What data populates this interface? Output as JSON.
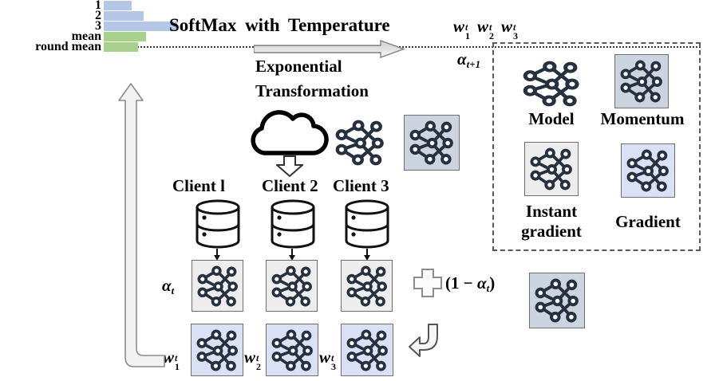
{
  "colors": {
    "bar_blue": "#b4c7e7",
    "bar_green": "#a9d18e",
    "box_momentum": "#ccd4e0",
    "box_instant": "#ededed",
    "box_gradient": "#dbe1f4",
    "icon_stroke": "#26303f"
  },
  "chart_data": {
    "type": "bar",
    "orientation": "horizontal",
    "categories": [
      "1",
      "2",
      "3",
      "mean",
      "round mean"
    ],
    "values": [
      35,
      50,
      92,
      53,
      43
    ],
    "value_unit": "relative-bar-length-px",
    "series_colors": [
      "#b4c7e7",
      "#b4c7e7",
      "#b4c7e7",
      "#a9d18e",
      "#a9d18e"
    ],
    "title": "",
    "xlabel": "",
    "ylabel": "",
    "grid": false,
    "legend": "none"
  },
  "bar_chart": {
    "rows": [
      {
        "label": "1",
        "width_px": "35px",
        "color": "#b4c7e7"
      },
      {
        "label": "2",
        "width_px": "50px",
        "color": "#b4c7e7"
      },
      {
        "label": "3",
        "width_px": "92px",
        "color": "#b4c7e7"
      },
      {
        "label": "mean",
        "width_px": "53px",
        "color": "#a9d18e"
      },
      {
        "label": "round mean",
        "width_px": "43px",
        "color": "#a9d18e"
      }
    ]
  },
  "flow": {
    "softmax": "SoftMax with Temperature",
    "exponential": "Exponential",
    "transformation": "Transformation"
  },
  "weights_top": [
    {
      "base": "w",
      "sup": "t",
      "sub": "1"
    },
    {
      "base": "w",
      "sup": "t",
      "sub": "2"
    },
    {
      "base": "w",
      "sup": "t",
      "sub": "3"
    }
  ],
  "alpha_next": {
    "base": "α",
    "sub": "t+1"
  },
  "alpha_t": {
    "base": "α",
    "sub": "t"
  },
  "one_minus_alpha": {
    "pre": "(1 − ",
    "alpha": "α",
    "sub": "t",
    "post": ")"
  },
  "clients": [
    {
      "label": "Client l"
    },
    {
      "label": "Client 2"
    },
    {
      "label": "Client 3"
    }
  ],
  "weights_bottom": [
    {
      "base": "w",
      "sup": "t",
      "sub": "1"
    },
    {
      "base": "w",
      "sup": "t",
      "sub": "2"
    },
    {
      "base": "w",
      "sup": "t",
      "sub": "3"
    }
  ],
  "legend": {
    "items": [
      {
        "label": "Model"
      },
      {
        "label": "Momentum"
      },
      {
        "label": "Instant gradient"
      },
      {
        "label": "Gradient"
      }
    ]
  }
}
